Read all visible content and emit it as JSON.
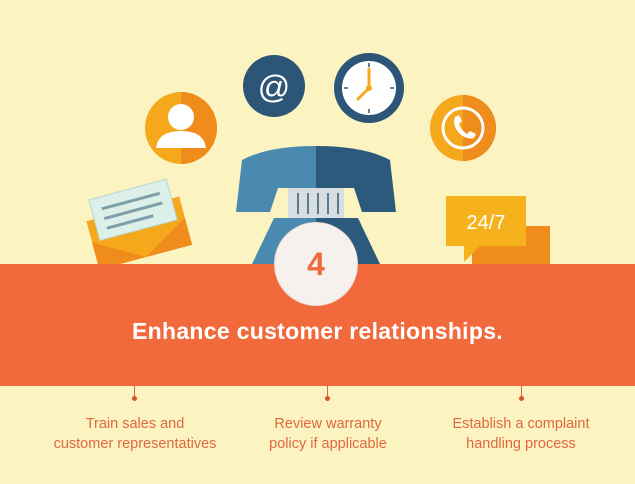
{
  "slide": {
    "step_number": "4",
    "headline": "Enhance customer relationships.",
    "badge_text": "24/7",
    "at_symbol": "@",
    "items": [
      {
        "line1": "Train sales and",
        "line2": "customer representatives"
      },
      {
        "line1": "Review warranty",
        "line2": "policy if applicable"
      },
      {
        "line1": "Establish a complaint",
        "line2": "handling process"
      }
    ]
  },
  "icons": [
    "user-icon",
    "at-sign-icon",
    "clock-icon",
    "phone-icon",
    "envelope-icon",
    "24-7-badge-icon",
    "telephone-illustration"
  ],
  "colors": {
    "background": "#fbf3c0",
    "banner": "#f26a3c",
    "accent_text": "#e0683f",
    "orange_circle": "#f5a81c",
    "navy": "#2c5577",
    "phone_light": "#4a8ab0",
    "phone_dark": "#2c5a7c"
  }
}
